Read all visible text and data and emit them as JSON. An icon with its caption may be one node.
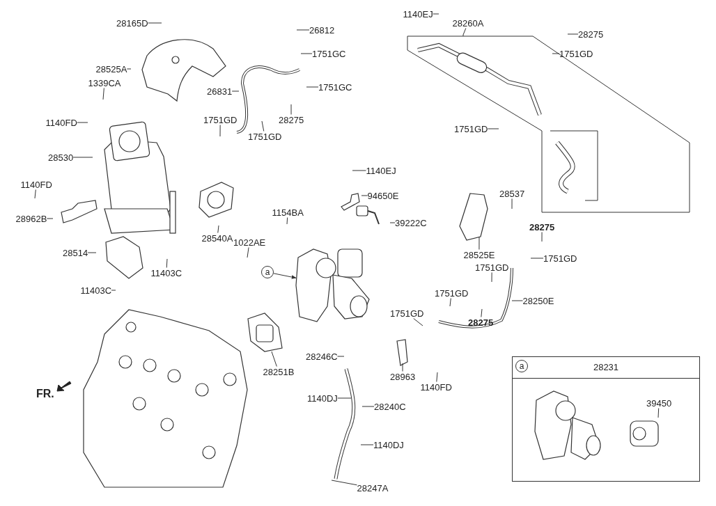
{
  "diagram": {
    "nodes": [
      {
        "text": [
          "28165D"
        ]
      },
      {
        "text": [
          "28525A"
        ]
      },
      {
        "text": [
          "1339CA"
        ]
      },
      {
        "text": [
          "26812"
        ]
      },
      {
        "text": [
          "1751GC"
        ]
      },
      {
        "text": [
          "26831"
        ]
      },
      {
        "text": [
          "1751GC"
        ]
      },
      {
        "text": [
          "1751GD"
        ]
      },
      {
        "text": [
          "28275"
        ]
      },
      {
        "text": [
          "1751GD"
        ]
      },
      {
        "text": [
          "1140FD"
        ]
      },
      {
        "text": [
          "28530"
        ]
      },
      {
        "text": [
          "1140FD"
        ]
      },
      {
        "text": [
          "28962B"
        ]
      },
      {
        "text": [
          "28514"
        ]
      },
      {
        "text": [
          "11403C"
        ]
      },
      {
        "text": [
          "11403C"
        ]
      },
      {
        "text": [
          "28540A"
        ]
      },
      {
        "text": [
          "1154BA"
        ]
      },
      {
        "text": [
          "1022AE"
        ]
      },
      {
        "text": [
          "a"
        ]
      },
      {
        "text": [
          "1140EJ"
        ]
      },
      {
        "text": [
          "28260A"
        ]
      },
      {
        "text": [
          "28275"
        ]
      },
      {
        "text": [
          "1751GD"
        ]
      },
      {
        "text": [
          "1751GD"
        ]
      },
      {
        "text": [
          "1140EJ"
        ]
      },
      {
        "text": [
          "94650E"
        ]
      },
      {
        "text": [
          "39222C"
        ]
      },
      {
        "text": [
          "28525E"
        ]
      },
      {
        "text": [
          "28537"
        ]
      },
      {
        "text": [
          "28275"
        ]
      },
      {
        "text": [
          "1751GD"
        ]
      },
      {
        "text": [
          "1751GD"
        ]
      },
      {
        "text": [
          "28250E"
        ]
      },
      {
        "text": [
          "1751GD"
        ]
      },
      {
        "text": [
          "28275"
        ]
      },
      {
        "text": [
          "1751GD"
        ]
      },
      {
        "text": [
          "28246C"
        ]
      },
      {
        "text": [
          "28251B"
        ]
      },
      {
        "text": [
          "28963"
        ]
      },
      {
        "text": [
          "1140FD"
        ]
      },
      {
        "text": [
          "1140DJ"
        ]
      },
      {
        "text": [
          "28240C"
        ]
      },
      {
        "text": [
          "1140DJ"
        ]
      },
      {
        "text": [
          "28247A"
        ]
      },
      {
        "text": [
          "28231"
        ]
      },
      {
        "text": [
          "a"
        ],
        "in": 46
      },
      {
        "text": [
          "39450"
        ],
        "in": 46
      },
      {
        "text": [],
        "shape": "picture"
      },
      {
        "text": [],
        "shape": "picture"
      }
    ],
    "edges": [
      {
        "from": 0,
        "to": null,
        "arrow": "none"
      },
      {
        "from": 1,
        "to": null,
        "arrow": "none"
      },
      {
        "from": 2,
        "to": null,
        "arrow": "none"
      },
      {
        "from": 3,
        "to": null,
        "arrow": "none"
      },
      {
        "from": 4,
        "to": null,
        "arrow": "none"
      },
      {
        "from": 5,
        "to": null,
        "arrow": "none"
      },
      {
        "from": 6,
        "to": null,
        "arrow": "none"
      },
      {
        "from": 7,
        "to": null,
        "arrow": "none"
      },
      {
        "from": 8,
        "to": null,
        "arrow": "none"
      },
      {
        "from": 9,
        "to": null,
        "arrow": "none"
      },
      {
        "from": 10,
        "to": null,
        "arrow": "none"
      },
      {
        "from": 11,
        "to": null,
        "arrow": "none"
      },
      {
        "from": 12,
        "to": null,
        "arrow": "none"
      },
      {
        "from": 13,
        "to": null,
        "arrow": "none"
      },
      {
        "from": 14,
        "to": null,
        "arrow": "none"
      },
      {
        "from": 15,
        "to": null,
        "arrow": "none"
      },
      {
        "from": 16,
        "to": null,
        "arrow": "none"
      },
      {
        "from": 17,
        "to": null,
        "arrow": "none"
      },
      {
        "from": 18,
        "to": null,
        "arrow": "none"
      },
      {
        "from": 19,
        "to": null,
        "arrow": "none"
      },
      {
        "from": 20,
        "to": 49,
        "arrow": "to"
      },
      {
        "from": 21,
        "to": null,
        "arrow": "none"
      },
      {
        "from": 22,
        "to": null,
        "arrow": "none"
      },
      {
        "from": 23,
        "to": null,
        "arrow": "none"
      },
      {
        "from": 24,
        "to": null,
        "arrow": "none"
      },
      {
        "from": 25,
        "to": null,
        "arrow": "none"
      },
      {
        "from": 26,
        "to": null,
        "arrow": "none"
      },
      {
        "from": 27,
        "to": null,
        "arrow": "none"
      },
      {
        "from": 28,
        "to": null,
        "arrow": "none"
      },
      {
        "from": 29,
        "to": null,
        "arrow": "none"
      },
      {
        "from": 30,
        "to": null,
        "arrow": "none"
      },
      {
        "from": 31,
        "to": null,
        "arrow": "none"
      },
      {
        "from": 32,
        "to": null,
        "arrow": "none"
      },
      {
        "from": 33,
        "to": null,
        "arrow": "none"
      },
      {
        "from": 34,
        "to": null,
        "arrow": "none"
      },
      {
        "from": 35,
        "to": null,
        "arrow": "none"
      },
      {
        "from": 36,
        "to": null,
        "arrow": "none"
      },
      {
        "from": 37,
        "to": null,
        "arrow": "none"
      },
      {
        "from": 38,
        "to": null,
        "arrow": "none"
      },
      {
        "from": 39,
        "to": 50,
        "arrow": "none"
      },
      {
        "from": 40,
        "to": null,
        "arrow": "none"
      },
      {
        "from": 41,
        "to": null,
        "arrow": "none"
      },
      {
        "from": 42,
        "to": null,
        "arrow": "none"
      },
      {
        "from": 43,
        "to": null,
        "arrow": "none"
      },
      {
        "from": 44,
        "to": null,
        "arrow": "none"
      },
      {
        "from": 45,
        "to": null,
        "arrow": "none"
      },
      {
        "from": 48,
        "to": null,
        "arrow": "none"
      }
    ],
    "labels": [
      "FR."
    ]
  }
}
